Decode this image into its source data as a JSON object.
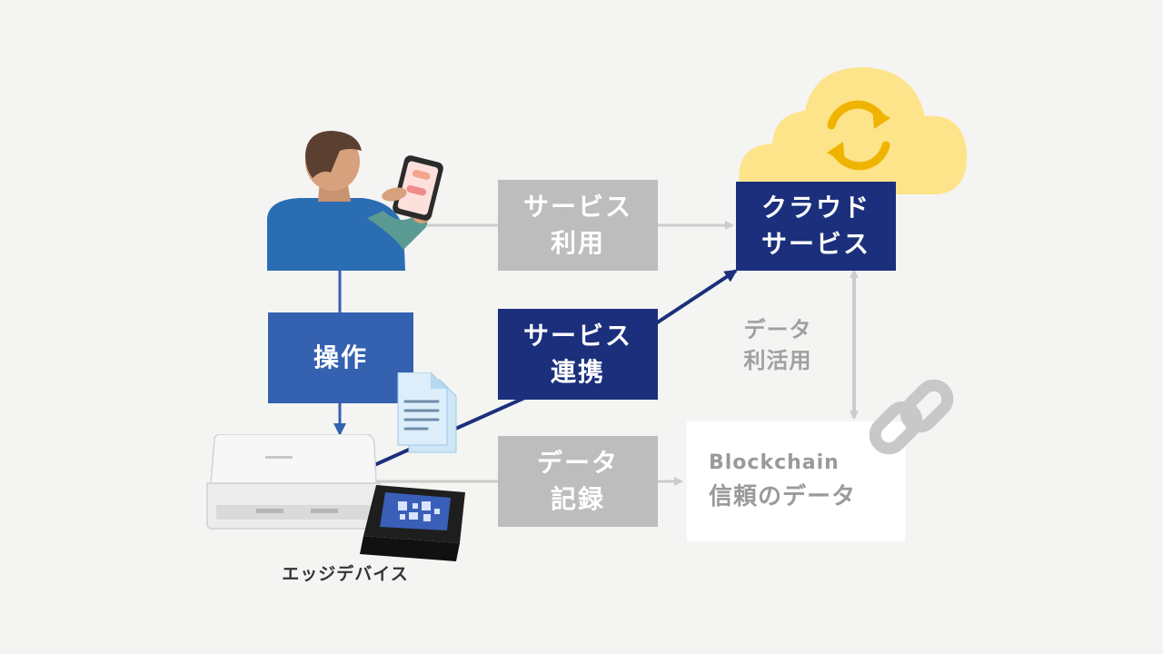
{
  "nodes": {
    "service_use": {
      "line1": "サービス",
      "line2": "利用"
    },
    "cloud_service": {
      "line1": "クラウド",
      "line2": "サービス"
    },
    "operation": {
      "label": "操作"
    },
    "service_link": {
      "line1": "サービス",
      "line2": "連携"
    },
    "data_record": {
      "line1": "データ",
      "line2": "記録"
    },
    "blockchain": {
      "line1": "Blockchain",
      "line2": "信頼のデータ"
    }
  },
  "labels": {
    "data_use": {
      "line1": "データ",
      "line2": "利活用"
    },
    "edge_device": "エッジデバイス"
  },
  "colors": {
    "background": "#f4f4f2",
    "gray_box": "#bdbdbd",
    "navy_box": "#1b2f7c",
    "blue_box": "#3461b0",
    "cloud": "#fde48a",
    "sync_arrows": "#f0b400",
    "gray_arrow": "#cccccc",
    "chain_icon": "#c8c8c8"
  },
  "icons": [
    "person-with-phone-icon",
    "cloud-sync-icon",
    "document-icon",
    "chain-link-icon",
    "scanner-icon",
    "qr-reader-icon"
  ]
}
